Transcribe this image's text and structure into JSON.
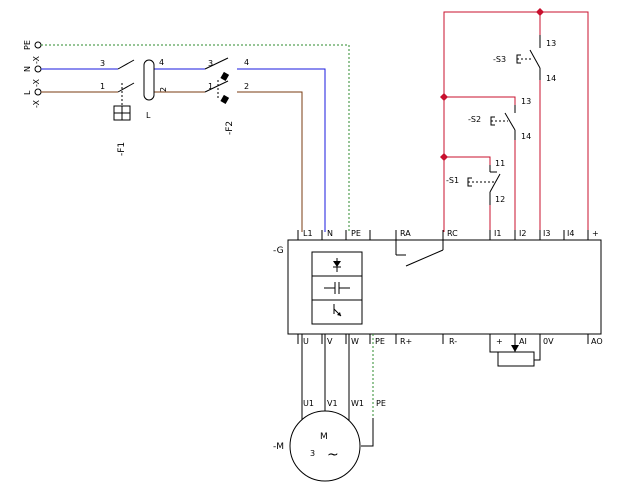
{
  "colors": {
    "phase_wire": "#7a3b10",
    "neutral_wire": "#1a1adf",
    "earth_wire": "#2e8b2e",
    "control_wire": "#c8102e",
    "motor_wire": "#000000"
  },
  "supply_terminals": {
    "pe": "PE",
    "n": "N",
    "l": "L",
    "x": "-X"
  },
  "fuse": {
    "tag": "-F1",
    "terminal_1": "1",
    "terminal_2": "2",
    "terminal_3": "3",
    "terminal_4": "4",
    "type_mark": "L"
  },
  "breaker": {
    "tag": "-F2",
    "terminal_1": "1",
    "terminal_2": "2",
    "terminal_3": "3",
    "terminal_4": "4"
  },
  "switches": {
    "s3": {
      "tag": "-S3",
      "terminal_top": "13",
      "terminal_bottom": "14"
    },
    "s2": {
      "tag": "-S2",
      "terminal_top": "13",
      "terminal_bottom": "14"
    },
    "s1": {
      "tag": "-S1",
      "terminal_top": "11",
      "terminal_bottom": "12"
    }
  },
  "drive": {
    "tag": "-G",
    "top_terminals": [
      "L1",
      "N",
      "PE",
      "RA",
      "RC",
      "I1",
      "I2",
      "I3",
      "I4",
      "+"
    ],
    "bottom_terminals": [
      "U",
      "V",
      "W",
      "PE",
      "R+",
      "R-",
      "+",
      "AI",
      "0V",
      "AO"
    ]
  },
  "motor": {
    "tag": "-M",
    "letter": "M",
    "phases": "3",
    "ac_symbol": "~",
    "terminals": [
      "U1",
      "V1",
      "W1",
      "PE"
    ]
  }
}
